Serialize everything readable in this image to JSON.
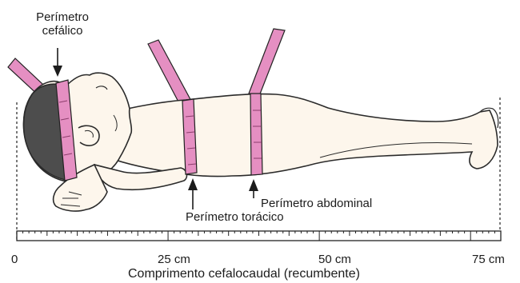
{
  "labels": {
    "head": [
      "Perímetro",
      "cefálico"
    ],
    "chest": "Perímetro torácico",
    "abdomen": "Perímetro abdominal"
  },
  "ruler": {
    "ticks": [
      "0",
      "25 cm",
      "50 cm",
      "75 cm"
    ],
    "caption": "Comprimento cefalocaudal (recumbente)"
  },
  "colors": {
    "tape": "#e58fc2",
    "tape_dark": "#c9629f",
    "skin": "#fdf6ec",
    "outline": "#2a2a2a"
  }
}
